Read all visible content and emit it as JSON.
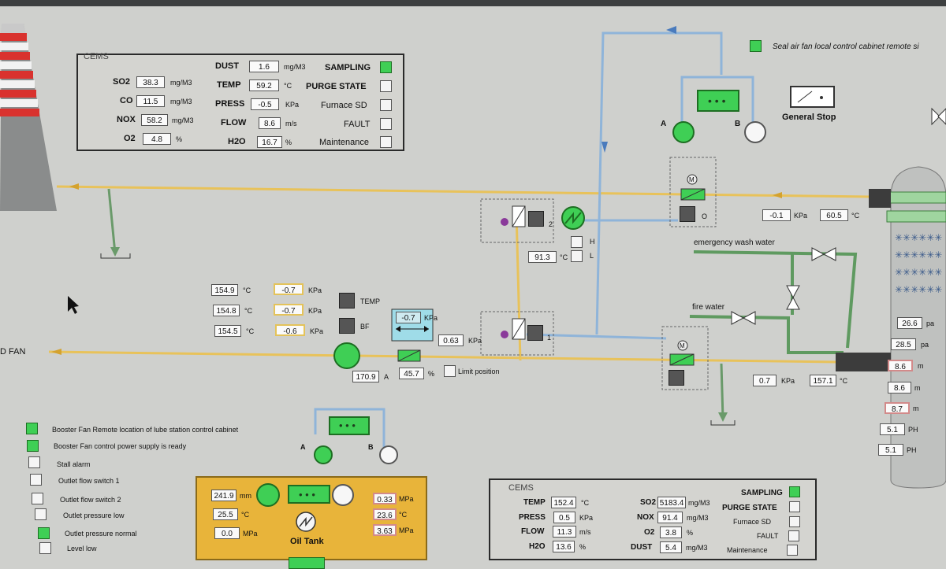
{
  "cems_top": {
    "title": "CEMS",
    "so2": {
      "label": "SO2",
      "value": "38.3",
      "unit": "mg/M3"
    },
    "co": {
      "label": "CO",
      "value": "11.5",
      "unit": "mg/M3"
    },
    "nox": {
      "label": "NOX",
      "value": "58.2",
      "unit": "mg/M3"
    },
    "o2": {
      "label": "O2",
      "value": "4.8",
      "unit": "%"
    },
    "dust": {
      "label": "DUST",
      "value": "1.6",
      "unit": "mg/M3"
    },
    "temp": {
      "label": "TEMP",
      "value": "59.2",
      "unit": "°C"
    },
    "press": {
      "label": "PRESS",
      "value": "-0.5",
      "unit": "KPa"
    },
    "flow": {
      "label": "FLOW",
      "value": "8.6",
      "unit": "m/s"
    },
    "h2o": {
      "label": "H2O",
      "value": "16.7",
      "unit": "%"
    },
    "sampling": "SAMPLING",
    "purge": "PURGE STATE",
    "furnace": "Furnace SD",
    "fault": "FAULT",
    "maintenance": "Maintenance"
  },
  "cems_bottom": {
    "title": "CEMS",
    "temp": {
      "label": "TEMP",
      "value": "152.4",
      "unit": "°C"
    },
    "press": {
      "label": "PRESS",
      "value": "0.5",
      "unit": "KPa"
    },
    "flow": {
      "label": "FLOW",
      "value": "11.3",
      "unit": "m/s"
    },
    "h2o": {
      "label": "H2O",
      "value": "13.6",
      "unit": "%"
    },
    "so2": {
      "label": "SO2",
      "value": "5183.4",
      "unit": "mg/M3"
    },
    "nox": {
      "label": "NOX",
      "value": "91.4",
      "unit": "mg/M3"
    },
    "o2": {
      "label": "O2",
      "value": "3.8",
      "unit": "%"
    },
    "dust": {
      "label": "DUST",
      "value": "5.4",
      "unit": "mg/M3"
    },
    "sampling": "SAMPLING",
    "purge": "PURGE STATE",
    "furnace": "Furnace SD",
    "fault": "FAULT",
    "maintenance": "Maintenance"
  },
  "seal_fan": {
    "label": "Seal air fan local control cabinet remote si",
    "a": "A",
    "b": "B"
  },
  "general_stop": "General Stop",
  "upper_duct": {
    "press": "-0.1",
    "press_unit": "KPa",
    "temp": "60.5",
    "temp_unit": "°C"
  },
  "damper2": {
    "num": "2",
    "temp": "91.3",
    "temp_unit": "°C",
    "h": "H",
    "l": "L"
  },
  "damper1": {
    "num": "1",
    "press": "0.63",
    "press_unit": "KPa"
  },
  "damper_o": {
    "label": "O"
  },
  "emergency_wash": "emergency wash water",
  "fire_water": "fire water",
  "lower_duct": {
    "press": "0.7",
    "press_unit": "KPa",
    "temp": "157.1",
    "temp_unit": "°C"
  },
  "fan_label": "D FAN",
  "booster": {
    "t1": "154.9",
    "t2": "154.8",
    "t3": "154.5",
    "t_unit": "°C",
    "p1": "-0.7",
    "p2": "-0.7",
    "p3": "-0.6",
    "p_unit": "KPa",
    "temp_label": "TEMP",
    "bf_label": "BF",
    "dp": "-0.7",
    "dp_unit": "KPa",
    "current": "170.9",
    "current_unit": "A",
    "opening": "45.7",
    "opening_unit": "%",
    "limit": "Limit position"
  },
  "lube_fan": {
    "a": "A",
    "b": "B"
  },
  "status_list": [
    {
      "label": "Booster Fan Remote location of lube station control cabinet",
      "on": true
    },
    {
      "label": "Booster Fan control power supply is ready",
      "on": true
    },
    {
      "label": "Stall alarm",
      "on": false
    },
    {
      "label": "Outlet flow switch 1",
      "on": false
    },
    {
      "label": "Outlet flow switch 2",
      "on": false
    },
    {
      "label": "Outlet pressure low",
      "on": false
    },
    {
      "label": "Outlet pressure normal",
      "on": true
    },
    {
      "label": "Level low",
      "on": false
    }
  ],
  "oil_tank": {
    "title": "Oil Tank",
    "level": "241.9",
    "level_unit": "mm",
    "temp": "25.5",
    "temp_unit": "°C",
    "press": "0.0",
    "press_unit": "MPa",
    "p_out": "0.33",
    "p_out_unit": "MPa",
    "t_out": "23.6",
    "t_out_unit": "°C",
    "p_out2": "3.63",
    "p_out2_unit": "MPa"
  },
  "tower": {
    "values": [
      {
        "v": "26.6",
        "u": "pa",
        "red": false
      },
      {
        "v": "28.5",
        "u": "pa",
        "red": false
      },
      {
        "v": "8.6",
        "u": "m",
        "red": true
      },
      {
        "v": "8.6",
        "u": "m",
        "red": false
      },
      {
        "v": "8.7",
        "u": "m",
        "red": true
      },
      {
        "v": "5.1",
        "u": "PH",
        "red": false
      },
      {
        "v": "5.1",
        "u": "PH",
        "red": false
      }
    ]
  },
  "colors": {
    "green": "#3fcf55",
    "yellow_pipe": "#e8c25a",
    "blue_pipe": "#8fb4d9",
    "green_pipe": "#5f9a60",
    "oil": "#e8b43a"
  }
}
